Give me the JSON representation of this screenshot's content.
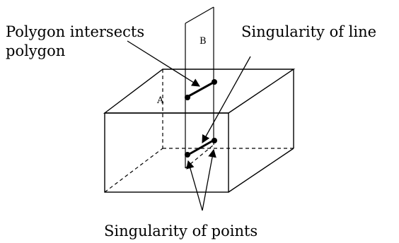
{
  "labels": {
    "polygon_intersects_line1": "Polygon intersects",
    "polygon_intersects_line2": "polygon",
    "singularity_of_line": "Singularity of line",
    "singularity_of_points": "Singularity of points",
    "plane_a": "A",
    "plane_b": "B"
  }
}
